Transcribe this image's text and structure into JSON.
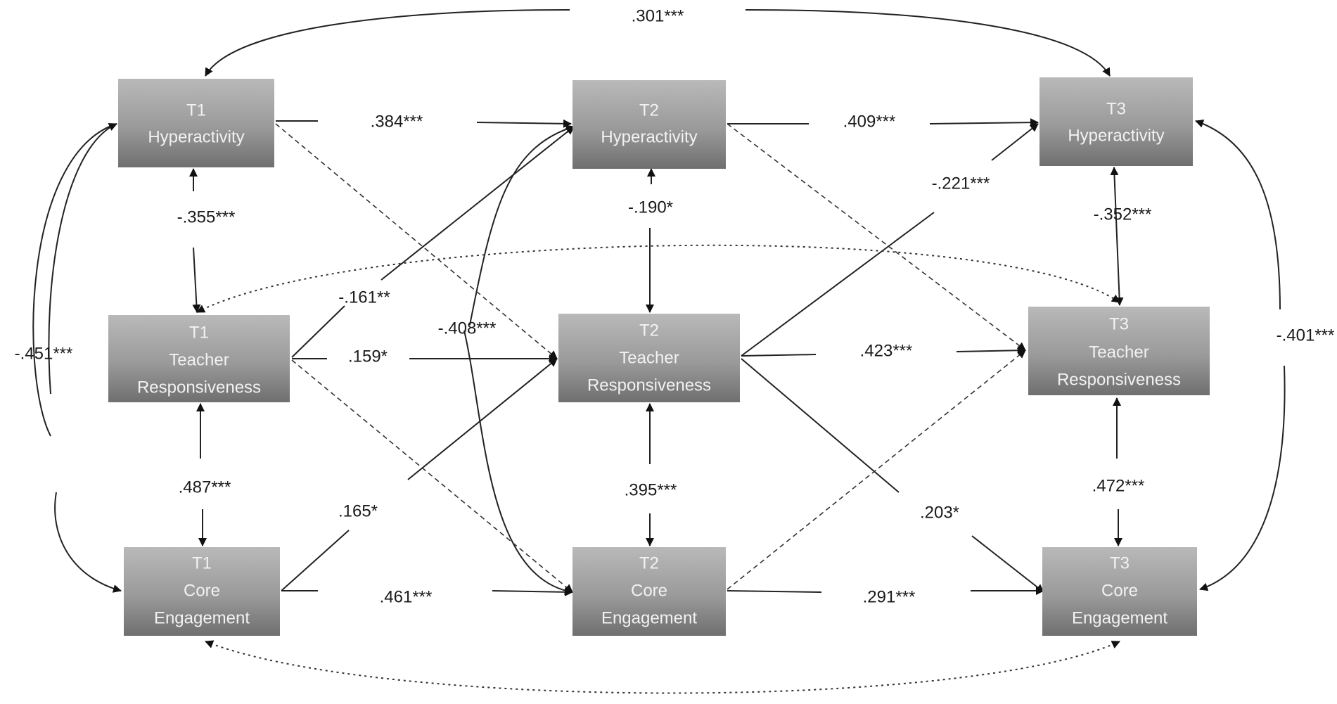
{
  "nodes": {
    "t1_hyper": [
      "T1",
      "Hyperactivity"
    ],
    "t2_hyper": [
      "T2",
      "Hyperactivity"
    ],
    "t3_hyper": [
      "T3",
      "Hyperactivity"
    ],
    "t1_teacher": [
      "T1",
      "Teacher",
      "Responsiveness"
    ],
    "t2_teacher": [
      "T2",
      "Teacher",
      "Responsiveness"
    ],
    "t3_teacher": [
      "T3",
      "Teacher",
      "Responsiveness"
    ],
    "t1_core": [
      "T1",
      "Core",
      "Engagement"
    ],
    "t2_core": [
      "T2",
      "Core",
      "Engagement"
    ],
    "t3_core": [
      "T3",
      "Core",
      "Engagement"
    ]
  },
  "coefficients": {
    "t1h_t3h": ".301***",
    "t1h_t2h": ".384***",
    "t2h_t3h": ".409***",
    "t1h_t1t": "-.355***",
    "t2h_t2t": "-.190*",
    "t3h_t3t": "-.352***",
    "t2t_t3h": "-.221***",
    "t1t_t2h": "-.161**",
    "t1c_t2h": "-.408***",
    "t1t_t2t": ".159*",
    "t2t_t3t": ".423***",
    "t1h_t1c": "-.451***",
    "t3h_t3c": "-.401***",
    "t1t_t1c": ".487***",
    "t2t_t2c": ".395***",
    "t3t_t3c": ".472***",
    "t1c_t2t": ".165*",
    "t2t_t3c": ".203*",
    "t1c_t2c": ".461***",
    "t2c_t3c": ".291***"
  }
}
